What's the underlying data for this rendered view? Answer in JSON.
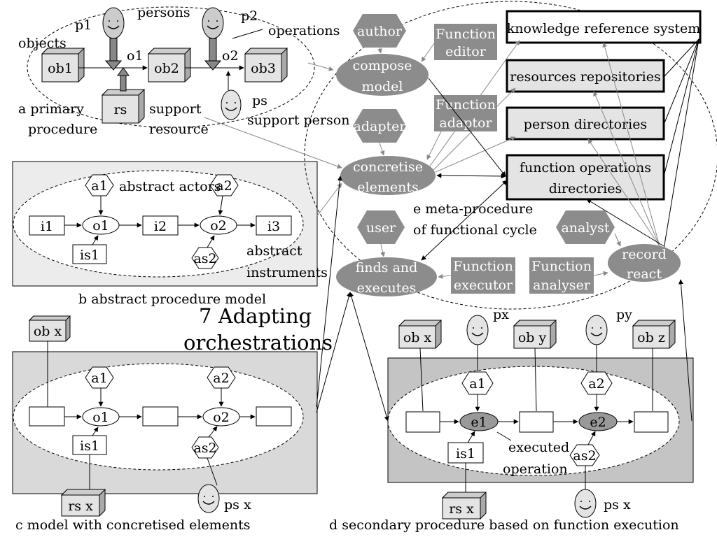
{
  "title_line1": "7 Adapting",
  "title_line2": "orchestrations",
  "section_a": {
    "caption_line1": "a primary",
    "caption_line2": "procedure",
    "label_objects": "objects",
    "label_persons": "persons",
    "label_operations": "operations",
    "label_support_line1": "support",
    "label_support_line2": "resource",
    "label_support_person": "support person",
    "p1": "p1",
    "p2": "p2",
    "ps": "ps",
    "ob1": "ob1",
    "ob2": "ob2",
    "ob3": "ob3",
    "o1": "o1",
    "o2": "o2",
    "rs": "rs"
  },
  "section_b": {
    "caption": "b abstract procedure model",
    "label_abstract_actors": "abstract actors",
    "label_abstract_line1": "abstract",
    "label_abstract_line2": "instruments",
    "i1": "i1",
    "i2": "i2",
    "i3": "i3",
    "o1": "o1",
    "o2": "o2",
    "a1": "a1",
    "a2": "a2",
    "is1": "is1",
    "as2": "as2"
  },
  "section_c": {
    "caption": "c model with concretised elements",
    "ob_x": "ob x",
    "rs_x": "rs x",
    "ps_x": "ps x",
    "o1": "o1",
    "o2": "o2",
    "a1": "a1",
    "a2": "a2",
    "is1": "is1",
    "as2": "as2"
  },
  "section_d": {
    "caption": "d secondary procedure based on function execution",
    "ob_x": "ob x",
    "ob_y": "ob y",
    "ob_z": "ob z",
    "px": "px",
    "py": "py",
    "rs_x": "rs x",
    "ps_x": "ps x",
    "e1": "e1",
    "e2": "e2",
    "a1": "a1",
    "a2": "a2",
    "is1": "is1",
    "as2": "as2",
    "executed_line1": "executed",
    "executed_line2": "operation"
  },
  "section_e": {
    "label_line1": "e meta-procedure",
    "label_line2": "of functional cycle",
    "author": "author",
    "adapter": "adapter",
    "user": "user",
    "analyst": "analyst",
    "compose_line1": "compose",
    "compose_line2": "model",
    "concretise_line1": "concretise",
    "concretise_line2": "elements",
    "finds_line1": "finds and",
    "finds_line2": "executes",
    "record_line1": "record",
    "record_line2": "react",
    "fn_editor_line1": "Function",
    "fn_editor_line2": "editor",
    "fn_adaptor_line1": "Function",
    "fn_adaptor_line2": "adaptor",
    "fn_executor_line1": "Function",
    "fn_executor_line2": "executor",
    "fn_analyser_line1": "Function",
    "fn_analyser_line2": "analyser",
    "knowledge": "knowledge reference system",
    "resources": "resources repositories",
    "persons_dir": "person directories",
    "fn_ops_line1": "function operations",
    "fn_ops_line2": "directories"
  },
  "colors": {
    "dark_gray": "#8c8c8c",
    "panel_light": "#ececec",
    "panel_mid": "#d9d9d9",
    "panel_dark": "#c4c4c4",
    "box_fill": "#e4e4e4"
  }
}
